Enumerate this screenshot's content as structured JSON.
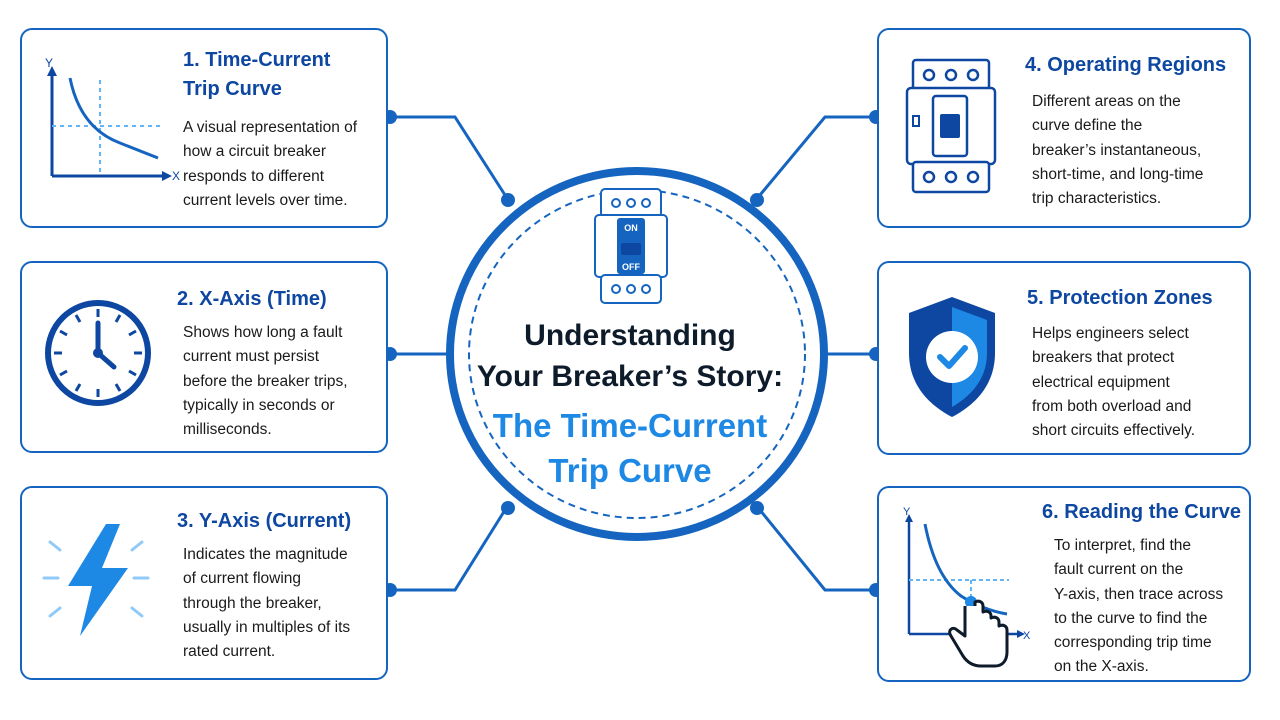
{
  "colors": {
    "primary": "#1565c0",
    "dark_text": "#0d1b2a",
    "accent": "#1e88e5",
    "light": "#90caf9"
  },
  "center": {
    "title_line1": "Understanding",
    "title_line2": "Your Breaker’s Story:",
    "title_line3": "The Time-Current",
    "title_line4": "Trip Curve",
    "breaker_on_label": "ON",
    "breaker_off_label": "OFF"
  },
  "cards": [
    {
      "title": "1. Time-Current Trip Curve",
      "title_lines": [
        "1. Time-Current",
        "Trip Curve"
      ],
      "icon": "trip-curve-chart-icon",
      "text_lines": [
        "A visual representation of",
        "how a circuit breaker",
        "responds to different",
        "current levels over time."
      ],
      "axis_x": "X",
      "axis_y": "Y"
    },
    {
      "title": "2. X-Axis (Time)",
      "icon": "clock-icon",
      "text_lines": [
        "Shows how long a fault",
        "current must persist",
        "before the breaker trips,",
        "typically in seconds or",
        "milliseconds."
      ]
    },
    {
      "title": "3. Y-Axis (Current)",
      "icon": "lightning-bolt-icon",
      "text_lines": [
        "Indicates the magnitude",
        "of current flowing",
        "through the breaker,",
        "usually in multiples of its",
        "rated current."
      ]
    },
    {
      "title": "4. Operating Regions",
      "icon": "circuit-breaker-icon",
      "text_lines": [
        "Different areas on the",
        "curve define the",
        "breaker’s instantaneous,",
        "short-time, and long-time",
        "trip characteristics."
      ]
    },
    {
      "title": "5. Protection Zones",
      "icon": "shield-check-icon",
      "text_lines": [
        "Helps engineers select",
        "breakers that protect",
        "electrical equipment",
        "from both overload and",
        "short circuits effectively."
      ]
    },
    {
      "title": "6. Reading the Curve",
      "icon": "pointer-hand-chart-icon",
      "text_lines": [
        "To interpret, find the",
        "fault current on the",
        "Y-axis, then trace across",
        "to the curve to find the",
        "corresponding trip time",
        "on the X-axis."
      ],
      "axis_x": "X",
      "axis_y": "Y"
    }
  ]
}
